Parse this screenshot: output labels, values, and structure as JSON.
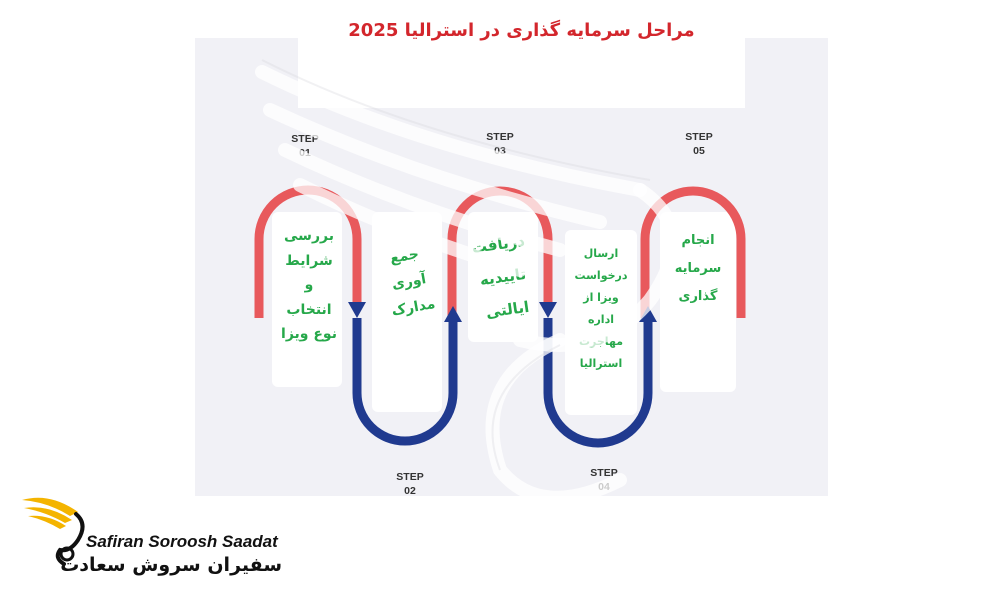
{
  "title": "مراحل سرمایه گذاری در استرالیا 2025",
  "colors": {
    "upper_arc": "#e8595c",
    "lower_arc": "#203a8f",
    "text": "#26a84a",
    "title": "#d3262c",
    "logo": "#f4b400"
  },
  "steps": [
    {
      "step": "STEP",
      "num": "01",
      "lines": [
        "بررسی",
        "شرایط",
        "و",
        "انتخاب",
        "نوع ویزا"
      ]
    },
    {
      "step": "STEP",
      "num": "02",
      "lines": [
        "جمع",
        "آوری",
        "مدارک"
      ]
    },
    {
      "step": "STEP",
      "num": "03",
      "lines": [
        "دریافت",
        "تاییدیه",
        "ایالتی"
      ]
    },
    {
      "step": "STEP",
      "num": "04",
      "lines": [
        "ارسال",
        "درخواست",
        "ویزا از",
        "اداره",
        "مهاجرت",
        "استرالیا"
      ]
    },
    {
      "step": "STEP",
      "num": "05",
      "lines": [
        "انجام",
        "سرمایه",
        "گذاری"
      ]
    }
  ],
  "brand": {
    "name_en": "Safiran Soroosh Saadat",
    "name_fa": "سفیران سروش سعادت",
    "logo_icon": "winged-bird-logo"
  }
}
